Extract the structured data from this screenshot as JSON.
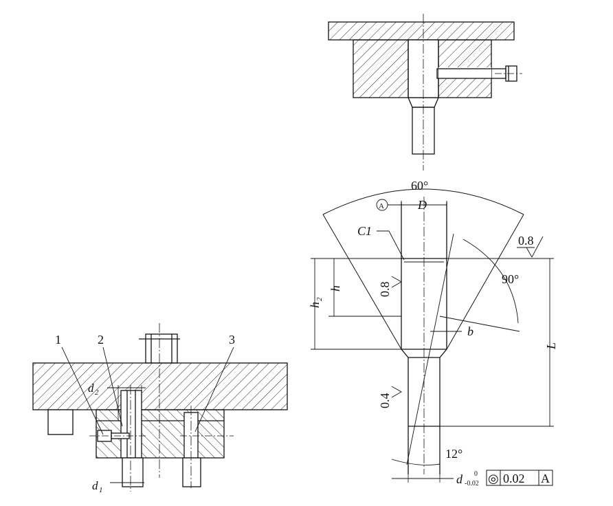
{
  "figure": {
    "labels": {
      "part_1": "1",
      "part_2": "2",
      "part_3": "3",
      "d2": "d",
      "d2_sub": "2",
      "d1": "d",
      "d1_sub": "1"
    },
    "detail": {
      "angle_60": "60°",
      "datum": "A",
      "dim_D": "D",
      "chamfer": "C1",
      "roughness_top": "0.8",
      "angle_90": "90°",
      "roughness_mid": "0.8",
      "dim_h": "h",
      "dim_h2": "h",
      "dim_h2_sub": "2",
      "dim_b": "b",
      "dim_L": "L",
      "roughness_low": "0.4",
      "angle_12": "12°",
      "dim_d": "d",
      "tol_upper": "0",
      "tol_lower": "-0.02",
      "concentric_symbol": "◎",
      "tol_value": "0.02",
      "tol_datum": "A"
    }
  }
}
